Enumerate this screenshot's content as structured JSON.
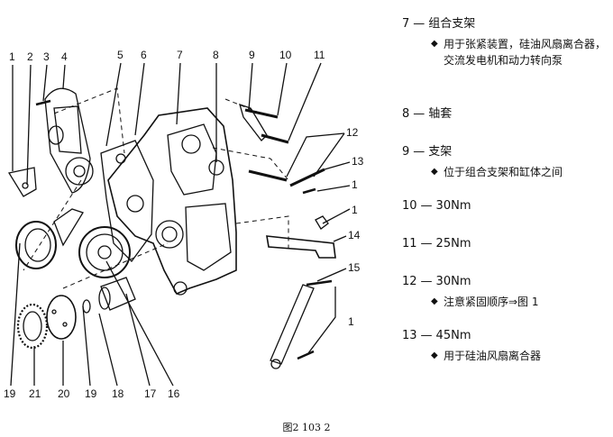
{
  "legend": [
    {
      "num": "7",
      "title": "组合支架",
      "notes": [
        "用于张紧装置，硅油风扇离合器，交流发电机和动力转向泵"
      ]
    },
    {
      "num": "8",
      "title": "轴套",
      "notes": []
    },
    {
      "num": "9",
      "title": "支架",
      "notes": [
        "位于组合支架和缸体之间"
      ]
    },
    {
      "num": "10",
      "title": "30Nm",
      "notes": []
    },
    {
      "num": "11",
      "title": "25Nm",
      "notes": []
    },
    {
      "num": "12",
      "title": "30Nm",
      "notes": [
        "注意紧固顺序⇒图 1"
      ]
    },
    {
      "num": "13",
      "title": "45Nm",
      "notes": [
        "用于硅油风扇离合器"
      ]
    }
  ],
  "dash": "—",
  "bullet_glyph": "◆",
  "callouts": {
    "top": [
      "1",
      "2",
      "3",
      "4",
      "5",
      "6",
      "7",
      "8",
      "9",
      "10",
      "11"
    ],
    "right": [
      "12",
      "13",
      "1",
      "1",
      "14",
      "15",
      "1"
    ],
    "bottom": [
      "19",
      "21",
      "20",
      "19",
      "18",
      "17",
      "16"
    ]
  },
  "caption": "图2 103 2"
}
